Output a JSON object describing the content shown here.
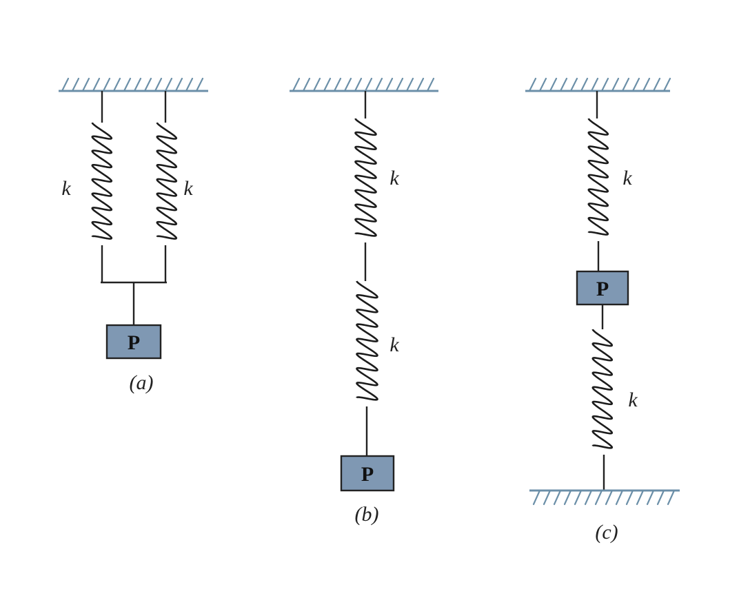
{
  "diagrams": [
    {
      "id": "a",
      "caption": "(a)",
      "spring_labels": [
        "k",
        "k"
      ],
      "block_label": "P"
    },
    {
      "id": "b",
      "caption": "(b)",
      "spring_labels": [
        "k",
        "k"
      ],
      "block_label": "P"
    },
    {
      "id": "c",
      "caption": "(c)",
      "spring_labels": [
        "k",
        "k"
      ],
      "block_label": "P"
    }
  ],
  "colors": {
    "support": "#6b8fa8",
    "block_fill": "#7f98b3",
    "line": "#222222"
  }
}
